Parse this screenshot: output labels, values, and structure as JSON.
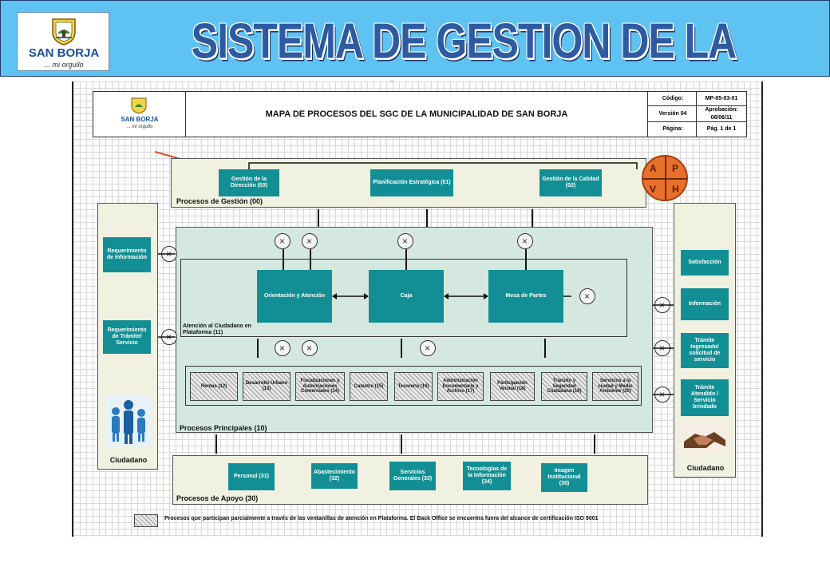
{
  "header": {
    "logo_name": "SAN BORJA",
    "logo_tagline": "... mi orgullo",
    "title": "SISTEMA DE GESTION DE LA CALIDAD"
  },
  "doc_header": {
    "logo_name": "SAN BORJA",
    "logo_tagline": "... mi orgullo",
    "title": "MAPA DE PROCESOS DEL SGC DE LA MUNICIPALIDAD DE SAN BORJA",
    "codigo_label": "Código:",
    "codigo_value": "MP-05-03-01",
    "version": "Versión 04",
    "aprobacion_label": "Aprobación:",
    "aprobacion_value": "06/06/11",
    "pagina_label": "Página:",
    "pagina_value": "Pág. 1 de 1"
  },
  "gestion": {
    "label": "Procesos de Gestión (00)",
    "items": [
      "Gestión de la Dirección (03)",
      "Planificación Estratégica (01)",
      "Gestión de la Calidad (02)"
    ]
  },
  "pdca": [
    "A",
    "P",
    "V",
    "H"
  ],
  "left_column": {
    "items": [
      "Requerimiento de Información",
      "Requerimiento de Trámite/ Servicio"
    ],
    "label": "Ciudadano"
  },
  "right_column": {
    "items": [
      "Satisfacción",
      "Información",
      "Trámite Ingresado/ solicitud de servicio",
      "Trámite Atendido / Servicio brindado"
    ],
    "label": "Ciudadano"
  },
  "plataforma": {
    "label": "Atención al Ciudadano en Plataforma (11)",
    "items": [
      "Orientación y Atención",
      "Caja",
      "Mesa de Partes"
    ]
  },
  "principales": {
    "label": "Procesos Principales (10)",
    "items": [
      "Rentas (12)",
      "Desarrollo Urbano (13)",
      "Fiscalizaciones y Autorizaciones Comerciales (14)",
      "Catastro (15)",
      "Tesorería (16)",
      "Administración Documentaria y Archivo (17)",
      "Participación Vecinal (18)",
      "Tránsito y Seguridad Ciudadana (19)",
      "Servicios a la ciudad y Medio Ambiente (20)"
    ]
  },
  "apoyo": {
    "label": "Procesos de Apoyo (30)",
    "items": [
      "Personal (31)",
      "Abastecimiento (32)",
      "Servicios Generales (33)",
      "Tecnologías de la Información (34)",
      "Imagen Institucional (35)"
    ]
  },
  "legend": "Procesos que participan parcialmente a través de las ventanillas de atención en Plataforma. El Back Office se encuentra fuera del alcance de certificación ISO 9001"
}
